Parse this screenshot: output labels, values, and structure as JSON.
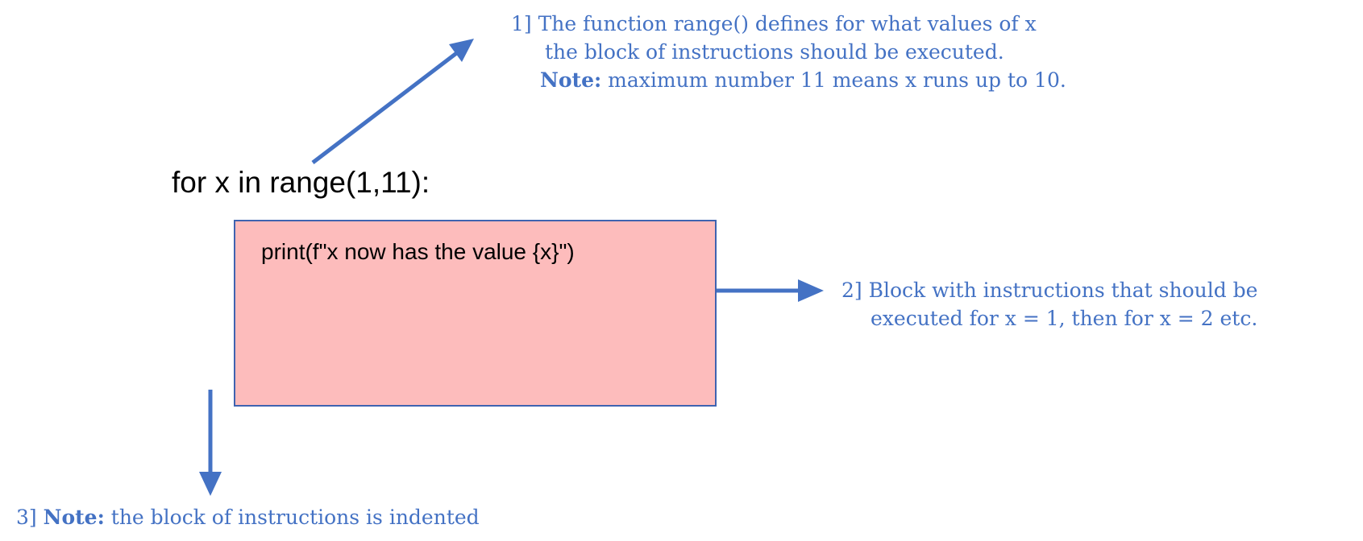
{
  "diagram": {
    "code_header": "for x in range(1,11):",
    "code_body": "print(f\"x now has the value {x}\")",
    "accent_color": "#4472c4",
    "block_fill": "#fdbcbc",
    "annotation_1": {
      "line1": "1] The function range() defines for what values of x",
      "line2": "the block of instructions should be executed.",
      "line3_bold": "Note:",
      "line3_rest": " maximum number 11 means x runs up to 10."
    },
    "annotation_2": {
      "line1": "2] Block with instructions that should be",
      "line2": "executed for x = 1, then for x = 2 etc."
    },
    "annotation_3": {
      "prefix": "3] ",
      "bold": "Note:",
      "rest": " the block of instructions is indented"
    }
  }
}
